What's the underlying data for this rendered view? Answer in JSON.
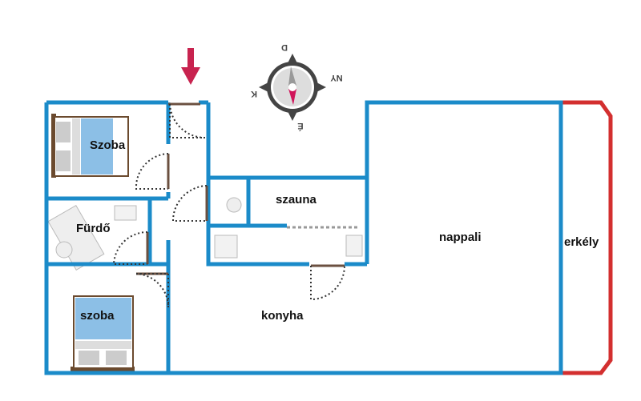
{
  "rooms": {
    "szoba1": "Szoba",
    "furdo": "Fürdő",
    "szoba2": "szoba",
    "szauna": "szauna",
    "nappali": "nappali",
    "konyha": "konyha",
    "erkely": "erkély"
  },
  "compass": {
    "north": "É",
    "south": "D",
    "east": "K",
    "west": "NY"
  },
  "colors": {
    "wall": "#1b8bc9",
    "balcony": "#d32f2f",
    "entrance_arrow": "#c8234f"
  }
}
